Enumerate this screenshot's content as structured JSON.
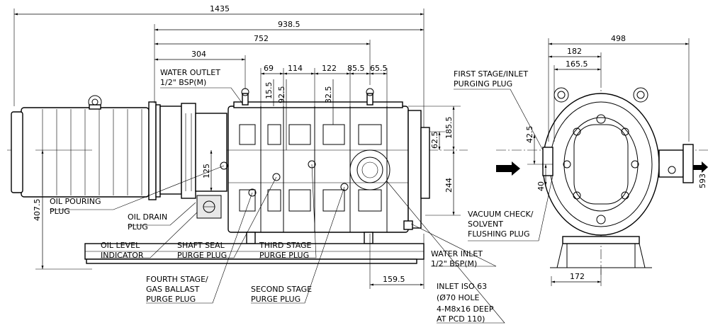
{
  "dimensions": {
    "d1435": "1435",
    "d938": "938.5",
    "d752": "752",
    "d304": "304",
    "d69": "69",
    "d114": "114",
    "d122": "122",
    "d855": "85.5",
    "d655": "65.5",
    "d155": "15.5",
    "d925": "92.5",
    "d325": "32.5",
    "d1855": "185.5",
    "d625": "62.5",
    "d244": "244",
    "d125": "125",
    "d4075": "407.5",
    "d1595": "159.5",
    "d498": "498",
    "d182": "182",
    "d1655": "165.5",
    "d425": "42.5",
    "d40": "40",
    "d593": "593",
    "d172": "172"
  },
  "labels": {
    "water_outlet_1": "WATER OUTLET",
    "water_outlet_2": "1/2\" BSP(M)",
    "first_stage_1": "FIRST STAGE/INLET",
    "first_stage_2": "PURGING PLUG",
    "oil_pouring_1": "OIL POURING",
    "oil_pouring_2": "PLUG",
    "oil_drain_1": "OIL DRAIN",
    "oil_drain_2": "PLUG",
    "oil_level_1": "OIL LEVEL",
    "oil_level_2": "INDICATOR",
    "shaft_seal_1": "SHAFT SEAL",
    "shaft_seal_2": "PURGE PLUG",
    "third_stage_1": "THIRD STAGE",
    "third_stage_2": "PURGE PLUG",
    "fourth_stage_1": "FOURTH STAGE/",
    "fourth_stage_2": "GAS BALLAST",
    "fourth_stage_3": "PURGE PLUG",
    "second_stage_1": "SECOND STAGE",
    "second_stage_2": "PURGE PLUG",
    "water_inlet_1": "WATER INLET",
    "water_inlet_2": "1/2\" BSP(M)",
    "inlet_iso_1": "INLET ISO 63",
    "inlet_iso_2": "(Ø70 HOLE",
    "inlet_iso_3": "4-M8x16 DEEP",
    "inlet_iso_4": "AT PCD 110)",
    "vacuum_check_1": "VACUUM CHECK/",
    "vacuum_check_2": "SOLVENT",
    "vacuum_check_3": "FLUSHING PLUG"
  }
}
